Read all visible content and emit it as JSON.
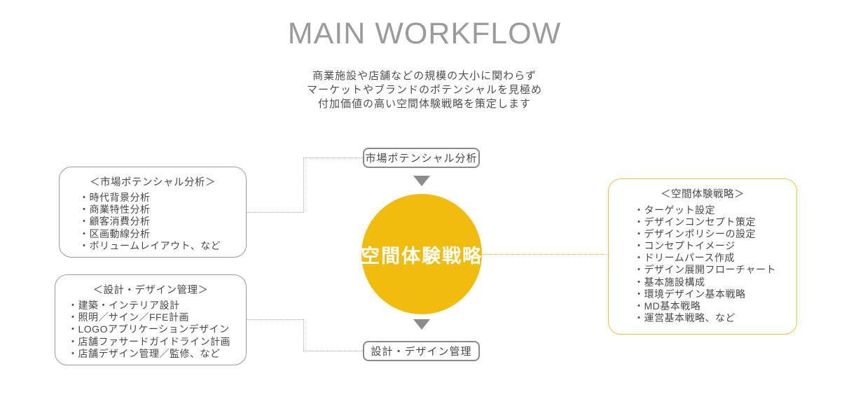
{
  "title": "MAIN WORKFLOW",
  "subtitle": {
    "line1": "商業施設や店舗などの規模の大小に関わらず",
    "line2": "マーケットやブランドのポテンシャルを見極め",
    "line3": "付加価値の高い空間体験戦略を策定します"
  },
  "flow": {
    "top_node": "市場ポテンシャル分析",
    "center_node": "空間体験戦略",
    "bottom_node": "設計・デザイン管理"
  },
  "boxes": {
    "market_analysis": {
      "title": "＜市場ポテンシャル分析＞",
      "items": [
        "・時代背景分析",
        "・商業特性分析",
        "・顧客消費分析",
        "・区画動線分析",
        "・ボリュームレイアウト、など"
      ]
    },
    "design_management": {
      "title": "＜設計・デザイン管理＞",
      "items": [
        "・建築・インテリア設計",
        "・照明／サイン／FFE計画",
        "・LOGOアプリケーションデザイン",
        "・店舗ファサードガイドライン計画",
        "・店舗デザイン管理／監修、など"
      ]
    },
    "space_experience": {
      "title": "＜空間体験戦略＞",
      "items": [
        "・ターゲット設定",
        "・デザインコンセプト策定",
        "・デザインポリシーの設定",
        "・コンセプトイメージ",
        "・ドリームパース作成",
        "・デザイン展開フローチャート",
        "・基本施設構成",
        "・環境デザイン基本戦略",
        "・MD基本戦略",
        "・運営基本戦略、など"
      ]
    }
  },
  "colors": {
    "accent_yellow": "#f0bd0e",
    "accent_yellow_border": "#ecc43c",
    "accent_yellow_line": "#e5bb33",
    "gray_border": "#9a9a9a",
    "node_border": "#8a8a8a",
    "arrow_gray": "#8c8c8c",
    "title_gray": "#9b9b9b",
    "text_dark": "#4a4a4a",
    "line_gray": "#aaaaaa"
  }
}
